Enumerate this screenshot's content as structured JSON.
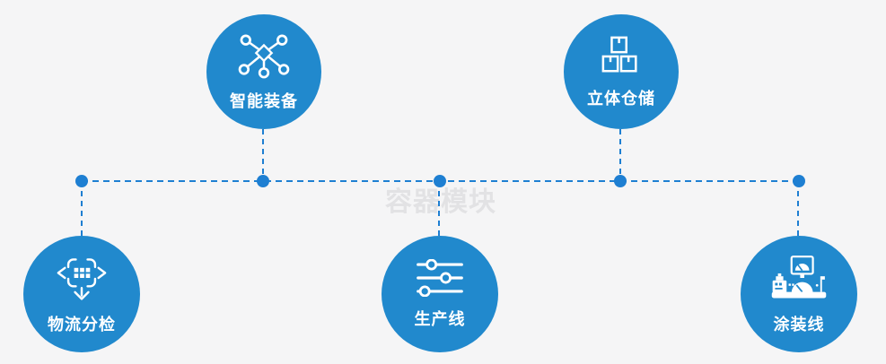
{
  "colors": {
    "background": "#f5f5f6",
    "circle_blue": "#2189cd",
    "connector_blue": "#1e7fd2",
    "label_white": "#ffffff",
    "watermark_gray": "#e2e2e4"
  },
  "watermark": "容器模块",
  "nodes": [
    {
      "label": "智能装备",
      "icon": "network-nodes-icon",
      "position": "top-left"
    },
    {
      "label": "立体仓储",
      "icon": "stacked-boxes-icon",
      "position": "top-right"
    },
    {
      "label": "物流分检",
      "icon": "sort-dispatch-icon",
      "position": "bottom-left"
    },
    {
      "label": "生产线",
      "icon": "sliders-icon",
      "position": "bottom-center"
    },
    {
      "label": "涂装线",
      "icon": "control-console-icon",
      "position": "bottom-right"
    }
  ]
}
